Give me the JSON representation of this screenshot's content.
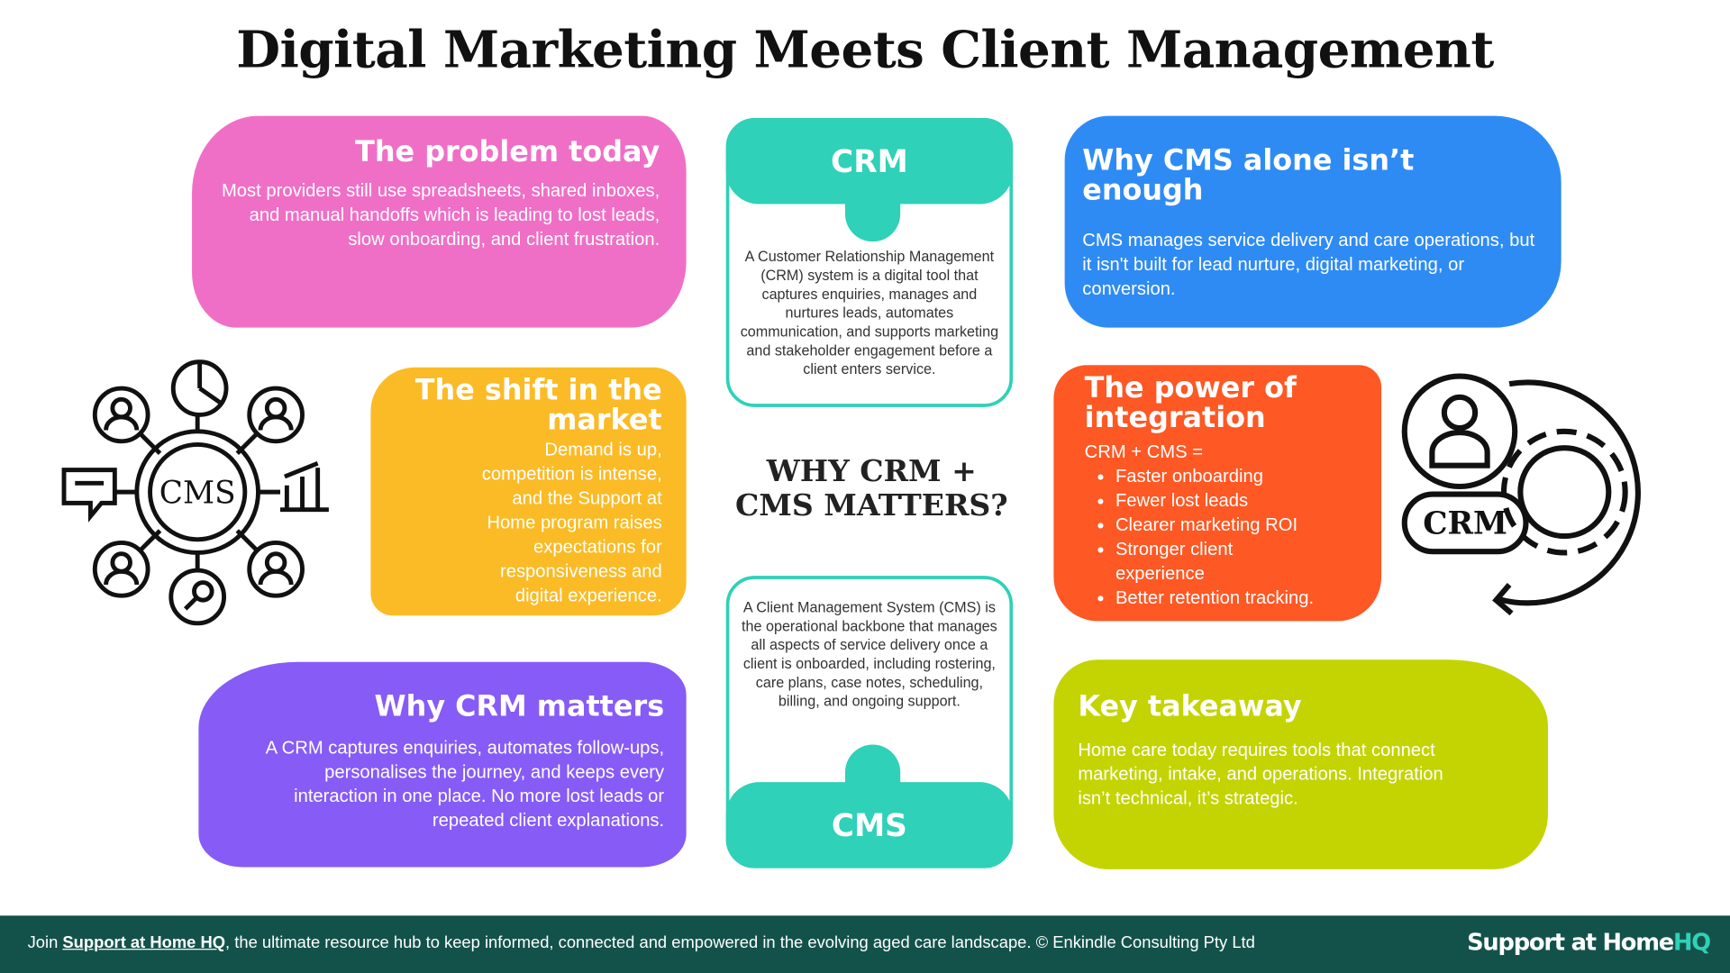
{
  "title": "Digital Marketing Meets Client Management",
  "problem": {
    "heading": "The problem today",
    "body": "Most providers still use spreadsheets, shared inboxes, and manual handoffs which is leading to lost leads, slow onboarding, and client frustration."
  },
  "shift": {
    "heading": "The shift in the market",
    "body": "Demand is up, competition is intense, and the Support at Home program raises expectations for responsiveness and digital experience."
  },
  "crm_matters": {
    "heading": "Why CRM matters",
    "body": "A CRM captures enquiries, automates follow-ups, personalises the journey, and keeps every interaction in one place. No more lost leads or repeated client explanations."
  },
  "crm_card": {
    "label": "CRM",
    "body": "A Customer Relationship Management (CRM) system is a digital tool that captures enquiries, manages and nurtures leads, automates communication, and supports marketing and stakeholder engagement before a client enters service."
  },
  "center": {
    "line1": "WHY CRM +",
    "line2": "CMS MATTERS?"
  },
  "cms_card": {
    "label": "CMS",
    "body": "A Client Management System (CMS) is the operational backbone that manages all aspects of service delivery once a client is onboarded, including rostering, care plans, case notes, scheduling, billing, and ongoing support."
  },
  "cms_alone": {
    "heading": "Why CMS alone isn’t enough",
    "body": "CMS manages service delivery and care operations, but it isn't built for lead nurture, digital marketing, or conversion."
  },
  "integration": {
    "heading": "The power of integration",
    "eq": "CRM + CMS =",
    "items": [
      "Faster onboarding",
      "Fewer lost leads",
      "Clearer marketing ROI",
      "Stronger client experience",
      "Better retention tracking."
    ]
  },
  "takeaway": {
    "heading": "Key takeaway",
    "body": "Home care today requires tools that connect marketing, intake, and operations. Integration isn’t technical, it’s strategic."
  },
  "icons": {
    "left_hub_label": "CMS",
    "right_badge_label": "CRM"
  },
  "footer": {
    "join": "Join ",
    "link": "Support at Home HQ",
    "rest": ", the ultimate resource hub to keep informed, connected and empowered in the evolving aged care landscape.  © Enkindle Consulting Pty Ltd",
    "logo_main": "Support at Home",
    "logo_accent": "HQ"
  },
  "colors": {
    "pink": "#f06fc6",
    "yellow": "#fbbb26",
    "purple": "#875bf6",
    "teal": "#2fd1b8",
    "blue": "#2f8bf4",
    "orange": "#fe5824",
    "lime": "#c4d402",
    "footer": "#13524a"
  }
}
